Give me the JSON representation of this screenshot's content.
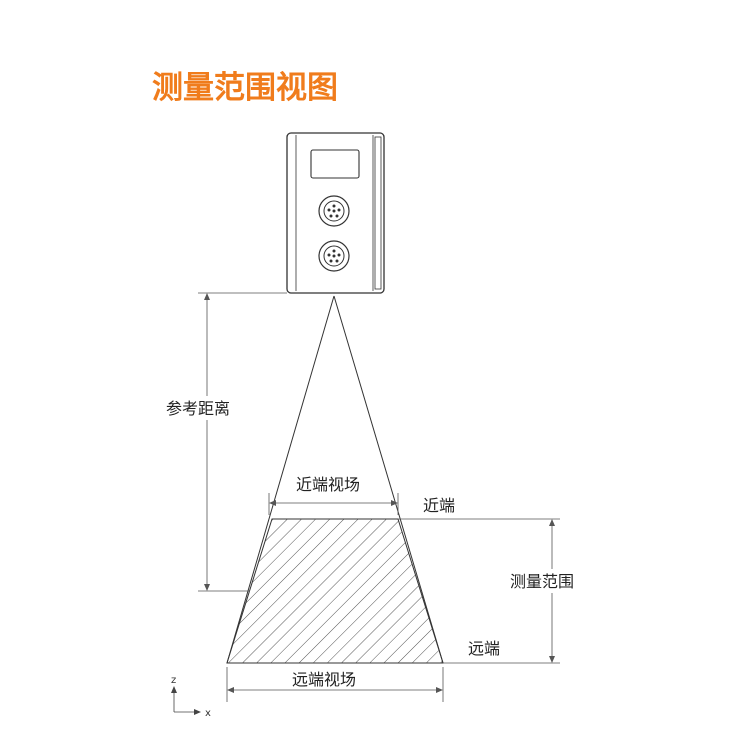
{
  "title": "测量范围视图",
  "labels": {
    "reference_distance": "参考距离",
    "near_field_of_view": "近端视场",
    "near_end": "近端",
    "measuring_range": "测量范围",
    "far_end": "远端",
    "far_field_of_view": "远端视场"
  },
  "axes": {
    "z": "z",
    "x": "x"
  },
  "colors": {
    "title": "#f07c1c",
    "line": "#333333",
    "device_body": "#ffffff"
  },
  "icons": {
    "connectors": [
      "connector-port-icon",
      "connector-port-icon"
    ]
  }
}
